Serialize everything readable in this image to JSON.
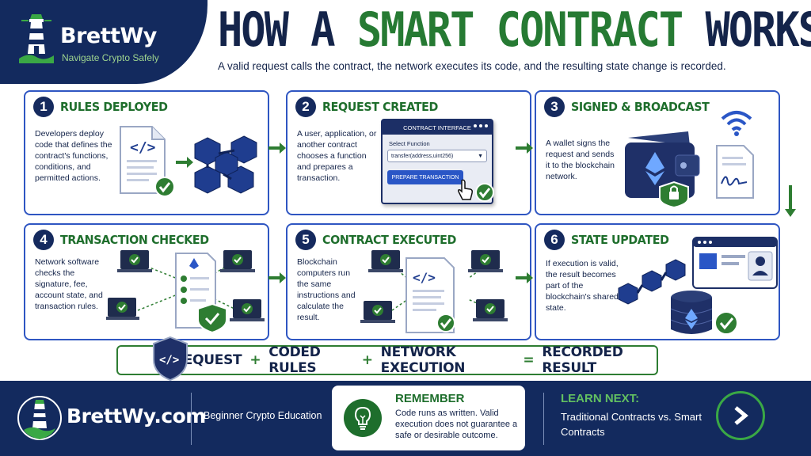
{
  "brand": {
    "name": "BrettWy",
    "tagline": "Navigate Crypto Safely"
  },
  "title": {
    "part1": "HOW A ",
    "part2": "SMART CONTRACT",
    "part3": " WORKS"
  },
  "subtitle": "A valid request calls the contract, the network executes its code, and the resulting state change is recorded.",
  "steps": [
    {
      "number": "1",
      "title": "RULES DEPLOYED",
      "description": "Developers deploy code that defines the contract's functions, conditions, and permitted actions."
    },
    {
      "number": "2",
      "title": "REQUEST CREATED",
      "description": "A user, application, or another contract chooses a function and prepares a transaction.",
      "interface": {
        "header": "CONTRACT INTERFACE",
        "select_label": "Select Function",
        "select_value": "transfer(address,uint256)",
        "button": "PREPARE TRANSACTION"
      }
    },
    {
      "number": "3",
      "title": "SIGNED & BROADCAST",
      "description": "A wallet signs the request and sends it to the blockchain network."
    },
    {
      "number": "4",
      "title": "TRANSACTION CHECKED",
      "description": "Network software checks the signature, fee, account state, and transaction rules."
    },
    {
      "number": "5",
      "title": "CONTRACT EXECUTED",
      "description": "Blockchain computers run the same instructions and calculate the result."
    },
    {
      "number": "6",
      "title": "STATE UPDATED",
      "description": "If execution is valid, the result becomes part of the blockchain's shared state."
    }
  ],
  "equation": {
    "t1": "REQUEST",
    "op1": "+",
    "t2": "CODED RULES",
    "op2": "+",
    "t3": "NETWORK EXECUTION",
    "op3": "=",
    "t4": "RECORDED RESULT"
  },
  "footer": {
    "site": "BrettWy.com",
    "tagline": "Beginner Crypto Education",
    "remember_title": "REMEMBER",
    "remember_text": "Code runs as written. Valid execution does not guarantee a safe or desirable outcome.",
    "learn_title": "LEARN NEXT:",
    "learn_text": "Traditional Contracts vs. Smart Contracts"
  },
  "colors": {
    "navy": "#132a5e",
    "green": "#267a33",
    "blue_border": "#2f56c2"
  }
}
